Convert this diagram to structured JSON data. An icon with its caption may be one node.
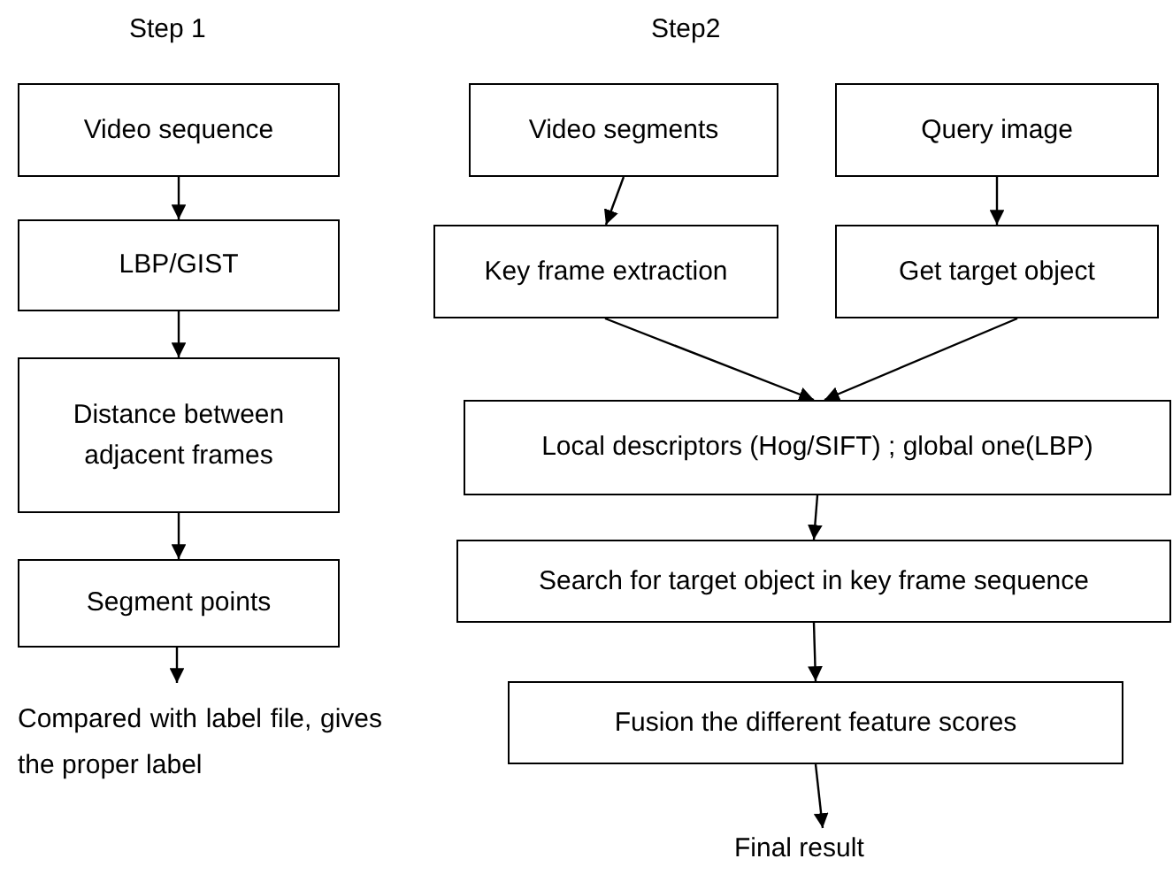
{
  "diagram": {
    "nodes": [
      {
        "text": [
          "Video sequence"
        ]
      },
      {
        "text": [
          "LBP/GIST"
        ]
      },
      {
        "text": [
          "Distance between adjacent frames"
        ]
      },
      {
        "text": [
          "Segment points"
        ]
      },
      {
        "text": [
          "Compared with label file, gives the proper label"
        ]
      },
      {
        "text": [
          "Video segments"
        ]
      },
      {
        "text": [
          "Query image"
        ]
      },
      {
        "text": [
          "Key frame extraction"
        ]
      },
      {
        "text": [
          "Get target object"
        ]
      },
      {
        "text": [
          "Local descriptors (Hog/SIFT) ; global one(LBP)"
        ]
      },
      {
        "text": [
          "Search for target object in key frame sequence"
        ]
      },
      {
        "text": [
          "Fusion the different feature scores"
        ]
      },
      {
        "text": [
          "Final result"
        ]
      }
    ],
    "edges": [
      {
        "from": 0,
        "to": 1,
        "arrow": "to"
      },
      {
        "from": 1,
        "to": 2,
        "arrow": "to"
      },
      {
        "from": 2,
        "to": 3,
        "arrow": "to"
      },
      {
        "from": 3,
        "to": 4,
        "arrow": "to"
      },
      {
        "from": 5,
        "to": 7,
        "arrow": "to"
      },
      {
        "from": 6,
        "to": 8,
        "arrow": "to"
      },
      {
        "from": 7,
        "to": 9,
        "arrow": "to"
      },
      {
        "from": 8,
        "to": 9,
        "arrow": "to"
      },
      {
        "from": 9,
        "to": 10,
        "arrow": "to"
      },
      {
        "from": 10,
        "to": 11,
        "arrow": "to"
      },
      {
        "from": 11,
        "to": 12,
        "arrow": "to"
      }
    ],
    "labels": [
      "Step 1",
      "Step2"
    ]
  }
}
